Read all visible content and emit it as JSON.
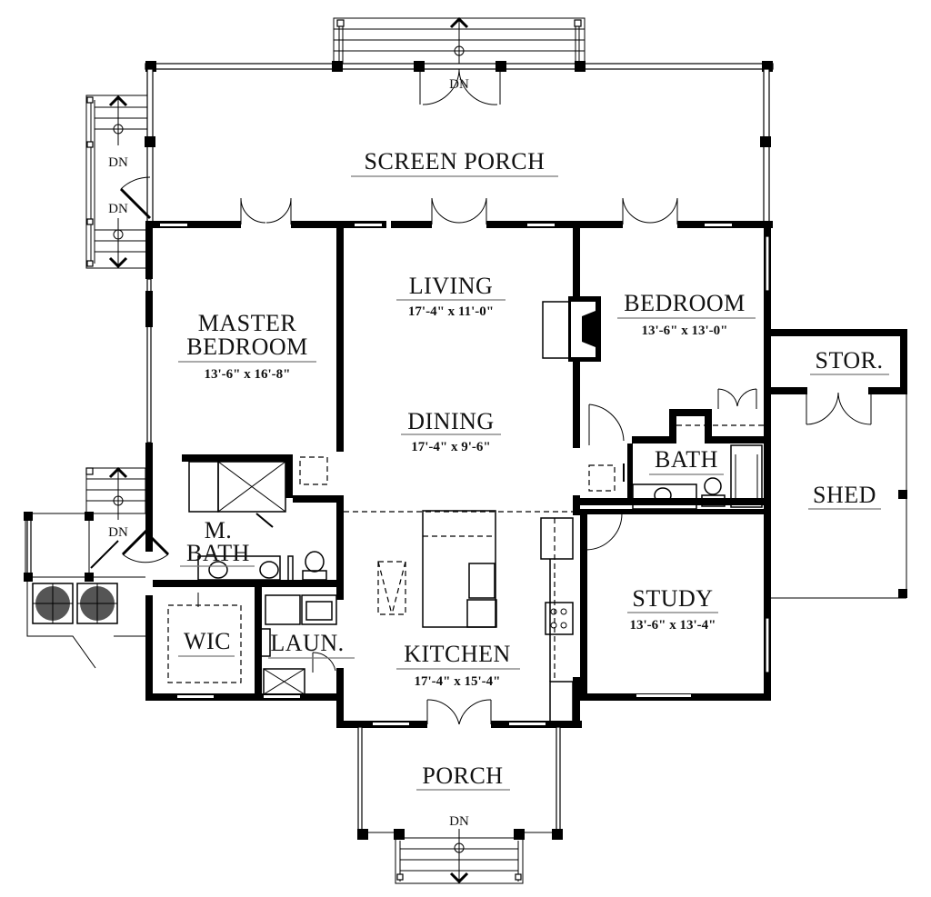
{
  "plan": {
    "type": "floor plan",
    "rooms": [
      {
        "id": "screen-porch",
        "name": "SCREEN PORCH",
        "dims": ""
      },
      {
        "id": "living",
        "name": "LIVING",
        "dims": "17'-4\" x 11'-0\""
      },
      {
        "id": "dining",
        "name": "DINING",
        "dims": "17'-4\" x 9'-6\""
      },
      {
        "id": "master-bedroom",
        "name_line1": "MASTER",
        "name_line2": "BEDROOM",
        "dims": "13'-6\" x 16'-8\""
      },
      {
        "id": "bedroom",
        "name": "BEDROOM",
        "dims": "13'-6\" x 13'-0\""
      },
      {
        "id": "stor",
        "name": "STOR.",
        "dims": ""
      },
      {
        "id": "bath",
        "name": "BATH",
        "dims": ""
      },
      {
        "id": "shed",
        "name": "SHED",
        "dims": ""
      },
      {
        "id": "m-bath",
        "name_line1": "M.",
        "name_line2": "BATH",
        "dims": ""
      },
      {
        "id": "wic",
        "name": "WIC",
        "dims": ""
      },
      {
        "id": "laun",
        "name": "LAUN.",
        "dims": ""
      },
      {
        "id": "kitchen",
        "name": "KITCHEN",
        "dims": "17'-4\" x 15'-4\""
      },
      {
        "id": "study",
        "name": "STUDY",
        "dims": "13'-6\" x 13'-4\""
      },
      {
        "id": "porch",
        "name": "PORCH",
        "dims": ""
      }
    ],
    "stairs": [
      {
        "id": "stair-top",
        "label": "DN"
      },
      {
        "id": "stair-left-upper",
        "label": "DN"
      },
      {
        "id": "stair-left-lower",
        "label": "DN"
      },
      {
        "id": "stair-side",
        "label": "DN"
      },
      {
        "id": "stair-front",
        "label": "DN"
      }
    ],
    "colors": {
      "ink": "#000000",
      "background": "#ffffff",
      "underline": "#777777"
    }
  }
}
